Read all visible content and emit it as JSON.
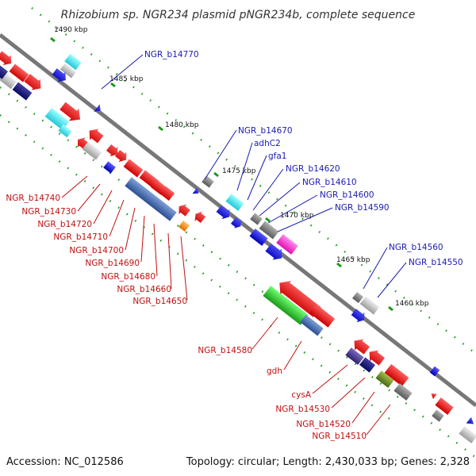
{
  "title": "Rhizobium sp. NGR234 plasmid pNGR234b, complete sequence",
  "footer": {
    "accession": "Accession: NC_012586",
    "summary": "Topology: circular; Length: 2,430,033 bp; Genes: 2,328"
  },
  "ticks": [
    {
      "label": "1490 kbp"
    },
    {
      "label": "1485 kbp"
    },
    {
      "label": "1480 kbp"
    },
    {
      "label": "1475 kbp"
    },
    {
      "label": "1470 kbp"
    },
    {
      "label": "1465 kbp"
    },
    {
      "label": "1460 kbp"
    }
  ],
  "forward_labels": [
    "NGR_b14770",
    "NGR_b14670",
    "adhC2",
    "gfa1",
    "NGR_b14620",
    "NGR_b14610",
    "NGR_b14600",
    "NGR_b14590",
    "NGR_b14560",
    "NGR_b14550"
  ],
  "reverse_labels": [
    "NGR_b14740",
    "NGR_b14730",
    "NGR_b14720",
    "NGR_b14710",
    "NGR_b14700",
    "NGR_b14690",
    "NGR_b14680",
    "NGR_b14660",
    "NGR_b14650",
    "NGR_b14580",
    "gdh",
    "cysA",
    "NGR_b14530",
    "NGR_b14520",
    "NGR_b14510"
  ],
  "colors": {
    "backbone": "#777777",
    "forward_label": "#1a1ab0",
    "reverse_label": "#c01010",
    "cds_red": "#ee1111",
    "cds_blue": "#1a1ae0",
    "cds_cyan": "#40e8f0",
    "cds_gray": "#8c8c8c",
    "cds_lightgray": "#c4c4c4",
    "cds_navy": "#1a1a80",
    "cds_slate": "#3f5fa8",
    "cds_green": "#2ebd2e",
    "cds_olive": "#6b8e23",
    "cds_purple": "#4e3d96",
    "cds_magenta": "#ff33cc",
    "cds_orange": "#ff8800",
    "dot_green": "#1a9a1a"
  }
}
